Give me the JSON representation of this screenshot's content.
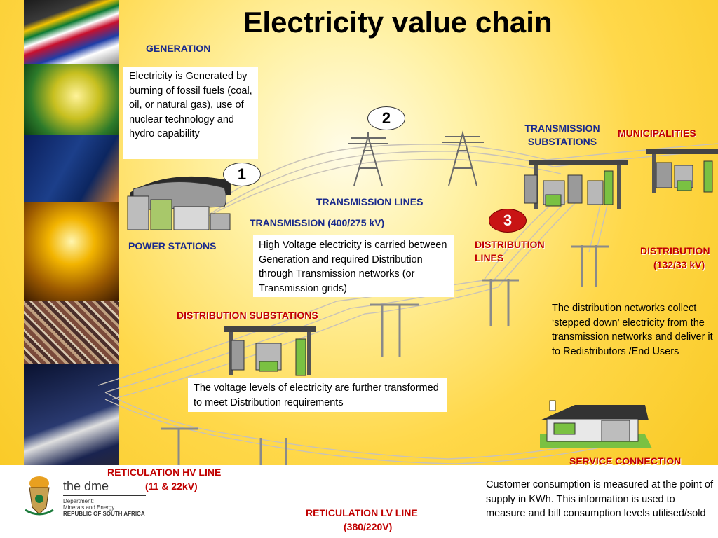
{
  "title": "Electricity value chain",
  "labels": {
    "generation": "GENERATION",
    "power_stations": "POWER STATIONS",
    "transmission_lines": "TRANSMISSION LINES",
    "transmission_voltage": "TRANSMISSION (400/275 kV)",
    "transmission_substations": "TRANSMISSION SUBSTATIONS",
    "municipalities": "MUNICIPALITIES",
    "distribution_lines": "DISTRIBUTION LINES",
    "distribution_voltage_line1": "DISTRIBUTION",
    "distribution_voltage_line2": "(132/33 kV)",
    "distribution_substations": "DISTRIBUTION SUBSTATIONS",
    "service_connection": "SERVICE CONNECTION",
    "reticulation_hv_line1": "RETICULATION HV LINE",
    "reticulation_hv_line2": "(11 & 22kV)",
    "reticulation_lv_line1": "RETICULATION LV LINE",
    "reticulation_lv_line2": "(380/220V)"
  },
  "steps": {
    "one": "1",
    "two": "2",
    "three": "3"
  },
  "texts": {
    "generation": "Electricity is Generated by burning of fossil fuels (coal, oil, or natural gas), use of nuclear technology and hydro capability",
    "transmission": "High Voltage electricity is carried between Generation and required Distribution through Transmission networks (or Transmission grids)",
    "distribution_networks": "The distribution networks collect ‘stepped down’ electricity from the transmission networks and deliver it to Redistributors /End Users",
    "distribution_substations": "The voltage levels of electricity are further transformed to meet Distribution requirements",
    "customer": "Customer consumption is measured at the point of supply in KWh. This information is used to measure and bill consumption levels utilised/sold"
  },
  "logo": {
    "brand": "the dme",
    "line1": "Department:",
    "line2": "Minerals and Energy",
    "line3": "REPUBLIC OF SOUTH AFRICA"
  },
  "colors": {
    "label_blue": "#1a2a8c",
    "label_red": "#c00000",
    "badge_red": "#c81414",
    "background_yellow": "#ffd84a"
  }
}
